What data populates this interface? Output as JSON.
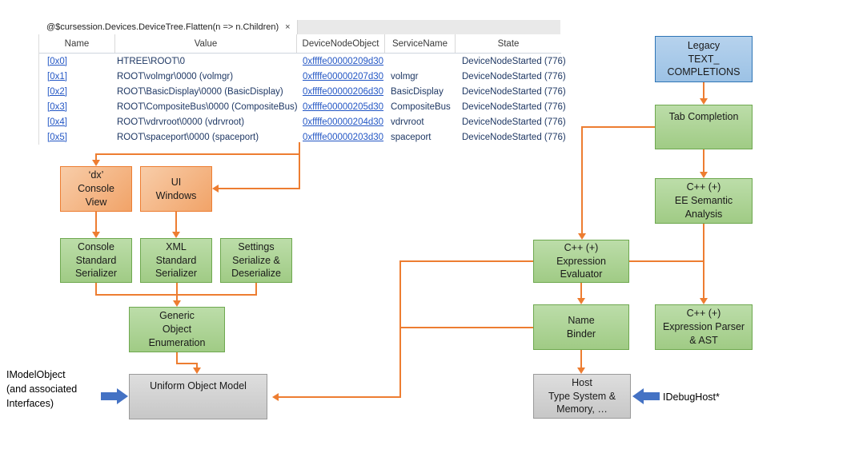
{
  "tab": {
    "title": "@$cursession.Devices.DeviceTree.Flatten(n => n.Children)",
    "close": "×"
  },
  "table": {
    "columns": [
      "Name",
      "Value",
      "DeviceNodeObject",
      "ServiceName",
      "State"
    ],
    "rows": [
      {
        "name": "[0x0]",
        "value": "HTREE\\ROOT\\0",
        "object": "0xffffe00000209d30",
        "service": "",
        "state": "DeviceNodeStarted (776)"
      },
      {
        "name": "[0x1]",
        "value": "ROOT\\volmgr\\0000 (volmgr)",
        "object": "0xffffe00000207d30",
        "service": "volmgr",
        "state": "DeviceNodeStarted (776)"
      },
      {
        "name": "[0x2]",
        "value": "ROOT\\BasicDisplay\\0000 (BasicDisplay)",
        "object": "0xffffe00000206d30",
        "service": "BasicDisplay",
        "state": "DeviceNodeStarted (776)"
      },
      {
        "name": "[0x3]",
        "value": "ROOT\\CompositeBus\\0000 (CompositeBus)",
        "object": "0xffffe00000205d30",
        "service": "CompositeBus",
        "state": "DeviceNodeStarted (776)"
      },
      {
        "name": "[0x4]",
        "value": "ROOT\\vdrvroot\\0000 (vdrvroot)",
        "object": "0xffffe00000204d30",
        "service": "vdrvroot",
        "state": "DeviceNodeStarted (776)"
      },
      {
        "name": "[0x5]",
        "value": "ROOT\\spaceport\\0000 (spaceport)",
        "object": "0xffffe00000203d30",
        "service": "spaceport",
        "state": "DeviceNodeStarted (776)"
      }
    ]
  },
  "diagram": {
    "nodes": {
      "legacy": "Legacy\nTEXT_\nCOMPLETIONS",
      "tab_completion": "Tab Completion",
      "ee_semantic": "C++ (+)\nEE Semantic\nAnalysis",
      "dx_console": "‘dx’\nConsole\nView",
      "ui_windows": "UI\nWindows",
      "console_serializer": "Console\nStandard\nSerializer",
      "xml_serializer": "XML\nStandard\nSerializer",
      "settings_serializer": "Settings\nSerialize &\nDeserialize",
      "generic_enum": "Generic\nObject\nEnumeration",
      "uniform_model": "Uniform Object Model",
      "expression_evaluator": "C++ (+)\nExpression\nEvaluator",
      "name_binder": "Name\nBinder",
      "expression_parser": "C++ (+)\nExpression Parser\n& AST",
      "host": "Host\nType System &\nMemory, …"
    },
    "labels": {
      "imodel": "IModelObject\n(and associated\nInterfaces)",
      "idebughost": "IDebugHost*"
    },
    "colors": {
      "connector_orange": "#ED7D31",
      "green_fill": "#A9D18E",
      "green_border": "#70AD47",
      "salmon_fill": "#F4B183",
      "salmon_border": "#ED7D31",
      "blue_fill": "#9DC3E6",
      "blue_border": "#2E75B6",
      "gray_fill": "#D0CECE",
      "block_arrow_blue": "#4472C4",
      "link_blue": "#2457C5",
      "value_navy": "#1F3864"
    }
  }
}
